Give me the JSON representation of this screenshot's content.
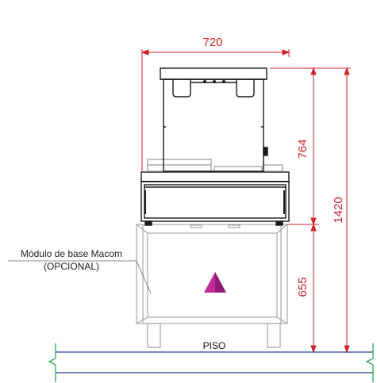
{
  "dimensions": {
    "width": "720",
    "upper_height": "764",
    "total_height": "1420",
    "base_height": "655"
  },
  "labels": {
    "module_line1": "Módulo de base Macom",
    "module_line2": "(OPCIONAL)",
    "floor": "PISO"
  },
  "colors": {
    "dimension": "#d2232a",
    "floor": "#2c3e9c",
    "break_marks": "#1aa34a",
    "warning": "#c2289a",
    "outline_dark": "#1a1a1a",
    "outline_light": "#aaaaaa"
  },
  "icons": {
    "warning": "warning-triangle-icon"
  }
}
